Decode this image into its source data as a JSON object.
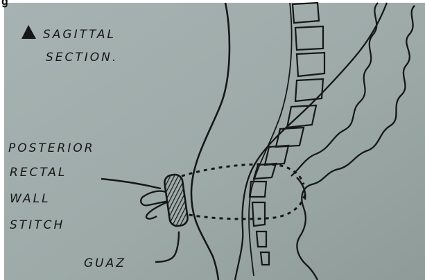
{
  "figure_label": "g",
  "labels": {
    "title_line1": "SAGITTAL",
    "title_line2": "SECTION.",
    "posterior_line1": "POSTERIOR",
    "posterior_line2": "RECTAL",
    "posterior_line3": "WALL",
    "posterior_line4": "STITCH",
    "gauze": "GUAZ"
  },
  "colors": {
    "paper": "#9eaaa8",
    "ink": "#151716",
    "background": "#ffffff"
  }
}
